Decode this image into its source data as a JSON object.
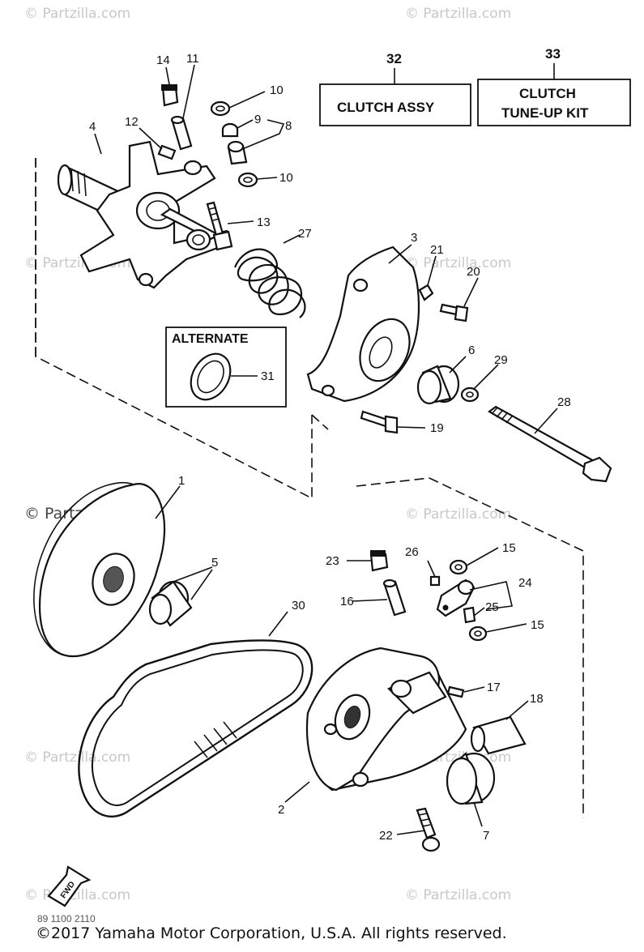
{
  "watermarks": [
    "© Partzilla.com",
    "© Partzilla.com",
    "© Partzilla.com",
    "© Partzilla.com",
    "© Partzilla.com",
    "© Partzilla.com",
    "© Partzilla.com",
    "© Partzilla.com",
    "© Partzilla.com",
    "© Partzilla.com"
  ],
  "boxes": {
    "clutch_assy": {
      "ref": "32",
      "label": "CLUTCH ASSY"
    },
    "tune_up_kit": {
      "ref": "33",
      "line1": "CLUTCH",
      "line2": "TUNE-UP KIT"
    },
    "alternate": {
      "label": "ALTERNATE",
      "ref": "31"
    }
  },
  "callouts": {
    "c1": "1",
    "c2": "2",
    "c3": "3",
    "c4": "4",
    "c5": "5",
    "c6": "6",
    "c7": "7",
    "c8": "8",
    "c9": "9",
    "c10a": "10",
    "c10b": "10",
    "c11": "11",
    "c12": "12",
    "c13": "13",
    "c14": "14",
    "c15a": "15",
    "c15b": "15",
    "c16": "16",
    "c17": "17",
    "c18": "18",
    "c19": "19",
    "c20": "20",
    "c21": "21",
    "c22": "22",
    "c23": "23",
    "c24": "24",
    "c25": "25",
    "c26": "26",
    "c27": "27",
    "c28": "28",
    "c29": "29",
    "c30": "30"
  },
  "fwd_label": "FWD",
  "drawing_code": "89 1100 2110",
  "copyright": "©2017 Yamaha Motor Corporation, U.S.A. All rights reserved."
}
